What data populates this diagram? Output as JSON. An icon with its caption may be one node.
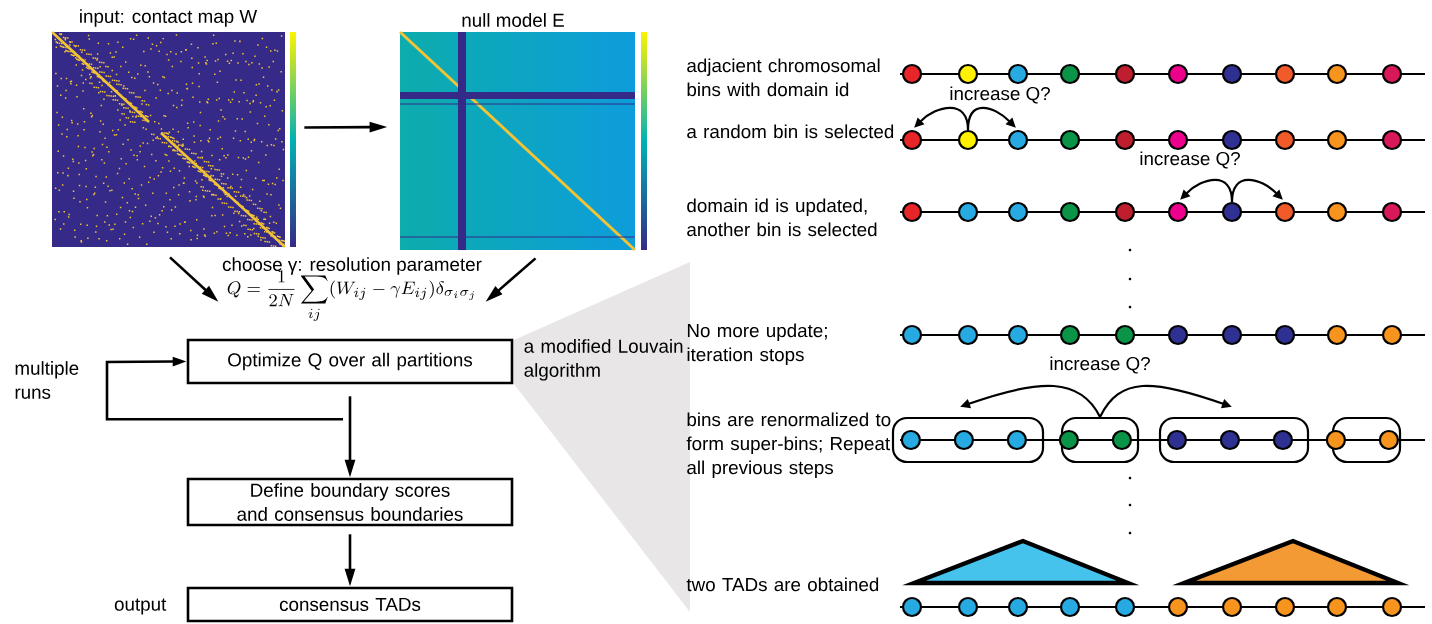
{
  "diagram": {
    "nodes": [
      {
        "text": [
          "input: contact map W"
        ]
      },
      {
        "text": [
          "null model E"
        ]
      },
      {
        "text": [
          "choose γ: resolution parameter",
          "Q = \\frac{1}{2N} \\sum_{ij} (W_{ij} - \\gamma E_{ij}) \\delta_{\\sigma_i \\sigma_j}"
        ]
      },
      {
        "text": [
          "Optimize Q over all partitions"
        ],
        "beside": [
          "a modified Louvain algorithm"
        ]
      },
      {
        "text": [
          "Define boundary scores and consensus boundaries"
        ]
      },
      {
        "text": [
          "consensus TADs"
        ],
        "beside": [
          "output"
        ]
      },
      {
        "text": [],
        "shape": "circle"
      },
      {
        "text": [],
        "shape": "circle"
      },
      {
        "text": [],
        "shape": "circle"
      },
      {
        "text": [],
        "shape": "circle"
      },
      {
        "text": [],
        "shape": "circle"
      },
      {
        "text": [],
        "shape": "circle"
      },
      {
        "text": [],
        "shape": "circle"
      },
      {
        "text": [],
        "shape": "circle"
      },
      {
        "text": [],
        "shape": "circle"
      },
      {
        "text": [],
        "shape": "circle"
      },
      {
        "text": [],
        "shape": "circle"
      },
      {
        "text": [],
        "shape": "circle"
      },
      {
        "text": [],
        "shape": "circle"
      },
      {
        "text": [],
        "shape": "circle"
      },
      {
        "text": [],
        "shape": "circle"
      },
      {
        "text": [],
        "shape": "circle"
      },
      {
        "text": [],
        "shape": "circle"
      },
      {
        "text": [],
        "shape": "circle"
      },
      {
        "text": [],
        "shape": "circle"
      },
      {
        "text": [],
        "shape": "circle"
      },
      {
        "text": [],
        "shape": "circle"
      },
      {
        "text": [],
        "shape": "circle"
      },
      {
        "text": [],
        "shape": "circle"
      },
      {
        "text": [],
        "shape": "circle"
      },
      {
        "text": [],
        "shape": "circle"
      },
      {
        "text": [],
        "shape": "circle"
      },
      {
        "text": [],
        "shape": "circle"
      },
      {
        "text": [],
        "shape": "circle"
      },
      {
        "text": [],
        "shape": "circle"
      },
      {
        "text": [],
        "shape": "circle"
      },
      {
        "text": [],
        "shape": "circle"
      },
      {
        "text": [],
        "shape": "circle"
      },
      {
        "text": [],
        "shape": "circle"
      },
      {
        "text": [],
        "shape": "circle"
      },
      {
        "text": [],
        "shape": "circle"
      },
      {
        "text": [],
        "shape": "circle"
      },
      {
        "text": [],
        "shape": "circle"
      },
      {
        "text": [],
        "shape": "circle"
      },
      {
        "text": [],
        "shape": "circle"
      },
      {
        "text": [],
        "shape": "circle"
      },
      {
        "text": [],
        "shape": "box"
      },
      {
        "text": [],
        "shape": "circle",
        "in": 46
      },
      {
        "text": [],
        "shape": "circle",
        "in": 46
      },
      {
        "text": [],
        "shape": "circle",
        "in": 46
      },
      {
        "text": [],
        "shape": "box"
      },
      {
        "text": [],
        "shape": "circle",
        "in": 50
      },
      {
        "text": [],
        "shape": "circle",
        "in": 50
      },
      {
        "text": [],
        "shape": "box"
      },
      {
        "text": [],
        "shape": "circle",
        "in": 53
      },
      {
        "text": [],
        "shape": "circle",
        "in": 53
      },
      {
        "text": [],
        "shape": "circle",
        "in": 53
      },
      {
        "text": [],
        "shape": "box"
      },
      {
        "text": [],
        "shape": "circle",
        "in": 57
      },
      {
        "text": [],
        "shape": "circle",
        "in": 57
      },
      {
        "text": [],
        "shape": "circle"
      },
      {
        "text": [],
        "shape": "circle"
      },
      {
        "text": [],
        "shape": "circle"
      },
      {
        "text": [],
        "shape": "circle"
      },
      {
        "text": [],
        "shape": "circle"
      },
      {
        "text": [],
        "shape": "circle"
      },
      {
        "text": [],
        "shape": "circle"
      },
      {
        "text": [],
        "shape": "circle"
      },
      {
        "text": [],
        "shape": "circle"
      },
      {
        "text": [],
        "shape": "circle"
      }
    ],
    "edges": [
      {
        "from": 0,
        "to": 1,
        "arrow": "to"
      },
      {
        "from": 0,
        "to": 2,
        "arrow": "to"
      },
      {
        "from": 1,
        "to": 2,
        "arrow": "to"
      },
      {
        "from": 3,
        "to": 3,
        "arrow": "to",
        "label": "multiple runs"
      },
      {
        "from": 3,
        "to": 4,
        "arrow": "to"
      },
      {
        "from": 4,
        "to": 5,
        "arrow": "to"
      },
      {
        "from": 17,
        "to": 16,
        "arrow": "to",
        "label": "increase Q?"
      },
      {
        "from": 17,
        "to": 18,
        "arrow": "to"
      },
      {
        "from": 32,
        "to": 31,
        "arrow": "to",
        "label": "increase Q?"
      },
      {
        "from": 32,
        "to": 33,
        "arrow": "to"
      },
      {
        "from": 50,
        "to": 46,
        "arrow": "to",
        "label": "increase Q?"
      },
      {
        "from": 50,
        "to": 53,
        "arrow": "to"
      }
    ],
    "labels": [
      "adjacient chromosomal bins with domain id",
      "a random bin is selected",
      "domain id is updated, another bin is selected",
      "No more update; iteration stops",
      "bins are renormalized to form super-bins; Repeat all previous steps",
      "two TADs are obtained"
    ]
  }
}
